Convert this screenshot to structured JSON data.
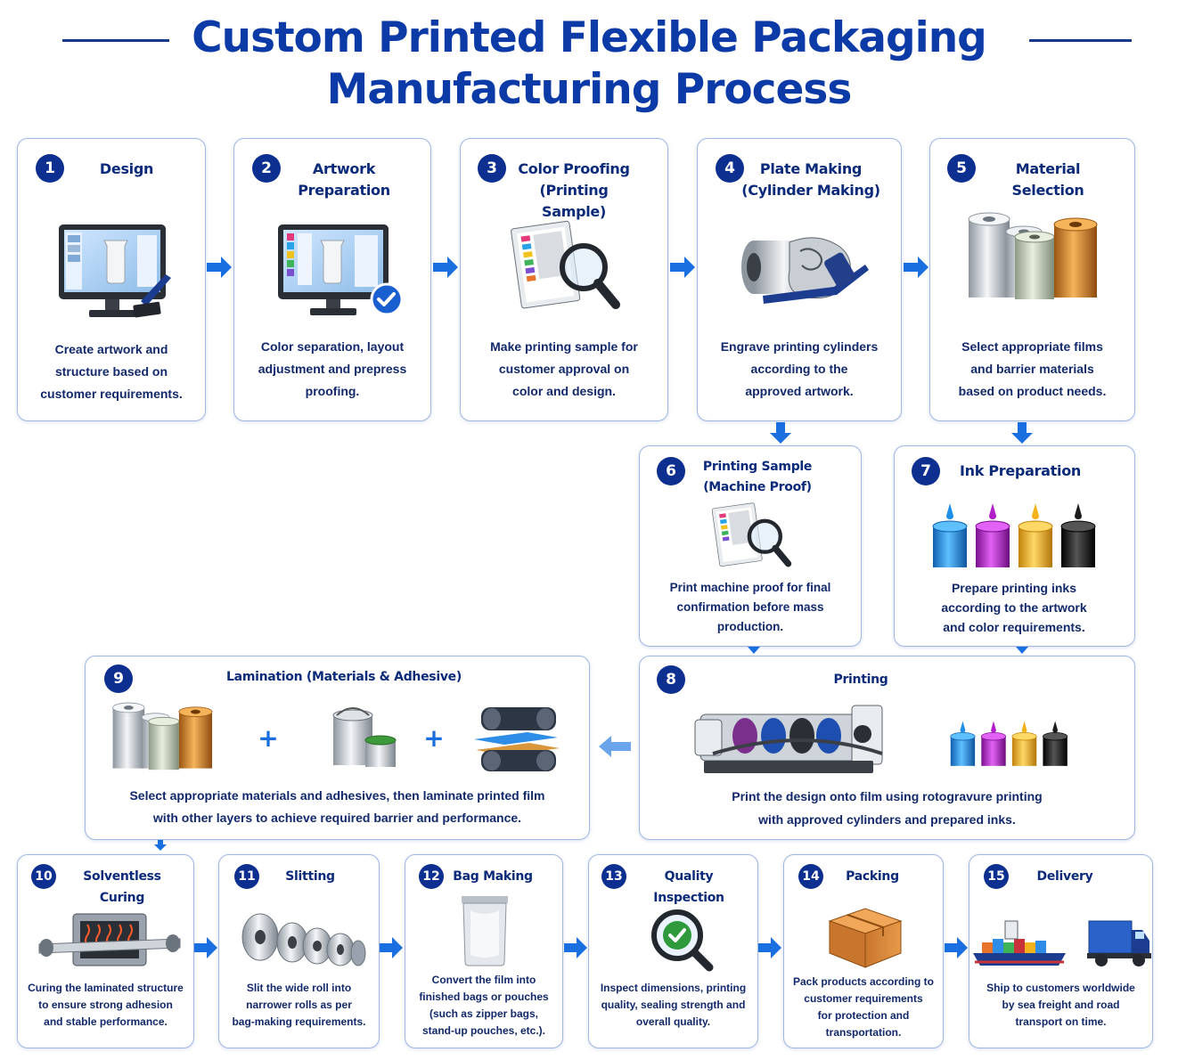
{
  "title": {
    "line1": "Custom Printed Flexible Packaging",
    "line2": "Manufacturing Process"
  },
  "steps": [
    {
      "num": "1",
      "title": "Design",
      "desc": "Create artwork and\nstructure based on\ncustomer requirements.",
      "icon": "computer-design-icon"
    },
    {
      "num": "2",
      "title": "Artwork\nPreparation",
      "desc": "Color separation, layout\nadjustment and prepress\nproofing.",
      "icon": "computer-check-icon"
    },
    {
      "num": "3",
      "title": "Color Proofing\n(Printing Sample)",
      "desc": "Make printing sample for\ncustomer approval on\ncolor and design.",
      "icon": "proof-magnifier-icon"
    },
    {
      "num": "4",
      "title": "Plate Making\n(Cylinder Making)",
      "desc": "Engrave printing cylinders\naccording to the\napproved artwork.",
      "icon": "cylinder-icon"
    },
    {
      "num": "5",
      "title": "Material Selection",
      "desc": "Select appropriate films\nand barrier materials\nbased on product needs.",
      "icon": "film-rolls-icon"
    },
    {
      "num": "6",
      "title": "Printing Sample\n(Machine Proof)",
      "desc": "Print machine proof for final\nconfirmation before mass\nproduction.",
      "icon": "proof-magnifier-icon"
    },
    {
      "num": "7",
      "title": "Ink Preparation",
      "desc": "Prepare printing inks\naccording to the artwork\nand color requirements.",
      "icon": "ink-buckets-icon"
    },
    {
      "num": "8",
      "title": "Printing",
      "desc": "Print the design onto film using rotogravure printing\nwith approved cylinders and prepared inks.",
      "icon": "printing-press-icon"
    },
    {
      "num": "9",
      "title": "Lamination (Materials & Adhesive)",
      "desc": "Select appropriate materials and adhesives, then laminate printed film\nwith other layers to achieve required barrier and performance.",
      "icon": "laminator-icon"
    },
    {
      "num": "10",
      "title": "Solventless Curing",
      "desc": "Curing the laminated structure\nto ensure strong adhesion\nand stable performance.",
      "icon": "curing-oven-icon"
    },
    {
      "num": "11",
      "title": "Slitting",
      "desc": "Slit the wide roll into\nnarrower rolls as per\nbag-making requirements.",
      "icon": "slit-rolls-icon"
    },
    {
      "num": "12",
      "title": "Bag Making",
      "desc": "Convert the film into\nfinished bags or pouches\n(such as zipper bags,\nstand-up pouches, etc.).",
      "icon": "pouch-icon"
    },
    {
      "num": "13",
      "title": "Quality Inspection",
      "desc": "Inspect dimensions, printing\nquality, sealing strength and\noverall quality.",
      "icon": "inspection-icon"
    },
    {
      "num": "14",
      "title": "Packing",
      "desc": "Pack products according to\ncustomer requirements\nfor protection and\ntransportation.",
      "icon": "box-icon"
    },
    {
      "num": "15",
      "title": "Delivery",
      "desc": "Ship to customers worldwide\nby sea freight and road\ntransport on time.",
      "icon": "ship-truck-icon"
    }
  ],
  "symbols": {
    "plus": "+"
  },
  "colors": {
    "title": "#0c3aa6",
    "badge": "#0d2f8f",
    "arrow": "#1a6fe0",
    "border": "#9fb7e3",
    "ink_cyan": "#1e90e8",
    "ink_magenta": "#b21fc9",
    "ink_yellow": "#f2b21c",
    "ink_black": "#1b1b1b",
    "copper": "#d88a2a"
  }
}
